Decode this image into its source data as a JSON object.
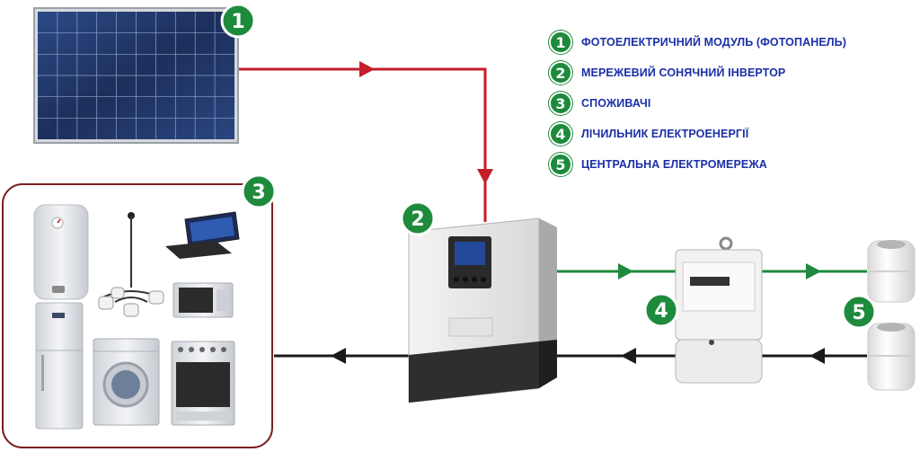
{
  "badges": {
    "pv": "1",
    "inverter": "2",
    "consumers": "3",
    "meter": "4",
    "grid": "5"
  },
  "legend": [
    {
      "num": "1",
      "label": "ФОТОЕЛЕКТРИЧНИЙ МОДУЛЬ (ФОТОПАНЕЛЬ)"
    },
    {
      "num": "2",
      "label": "МЕРЕЖЕВИЙ СОНЯЧНИЙ ІНВЕРТОР"
    },
    {
      "num": "3",
      "label": "СПОЖИВАЧІ"
    },
    {
      "num": "4",
      "label": "ЛІЧИЛЬНИК ЕЛЕКТРОЕНЕРГІЇ"
    },
    {
      "num": "5",
      "label": "ЦЕНТРАЛЬНА ЕЛЕКТРОМЕРЕЖА"
    }
  ],
  "colors": {
    "badge": "#1e8a3c",
    "legend_text": "#1b2fa8",
    "dc_line": "#c41e2a",
    "export_line": "#1e8a3c",
    "import_line": "#1a1a1a",
    "consumer_frame": "#7a2020"
  },
  "icons": [
    "solar-panel-icon",
    "inverter-icon",
    "water-heater-icon",
    "refrigerator-icon",
    "chandelier-icon",
    "laptop-icon",
    "microwave-icon",
    "washing-machine-icon",
    "oven-icon",
    "electricity-meter-icon",
    "insulator-icon"
  ]
}
